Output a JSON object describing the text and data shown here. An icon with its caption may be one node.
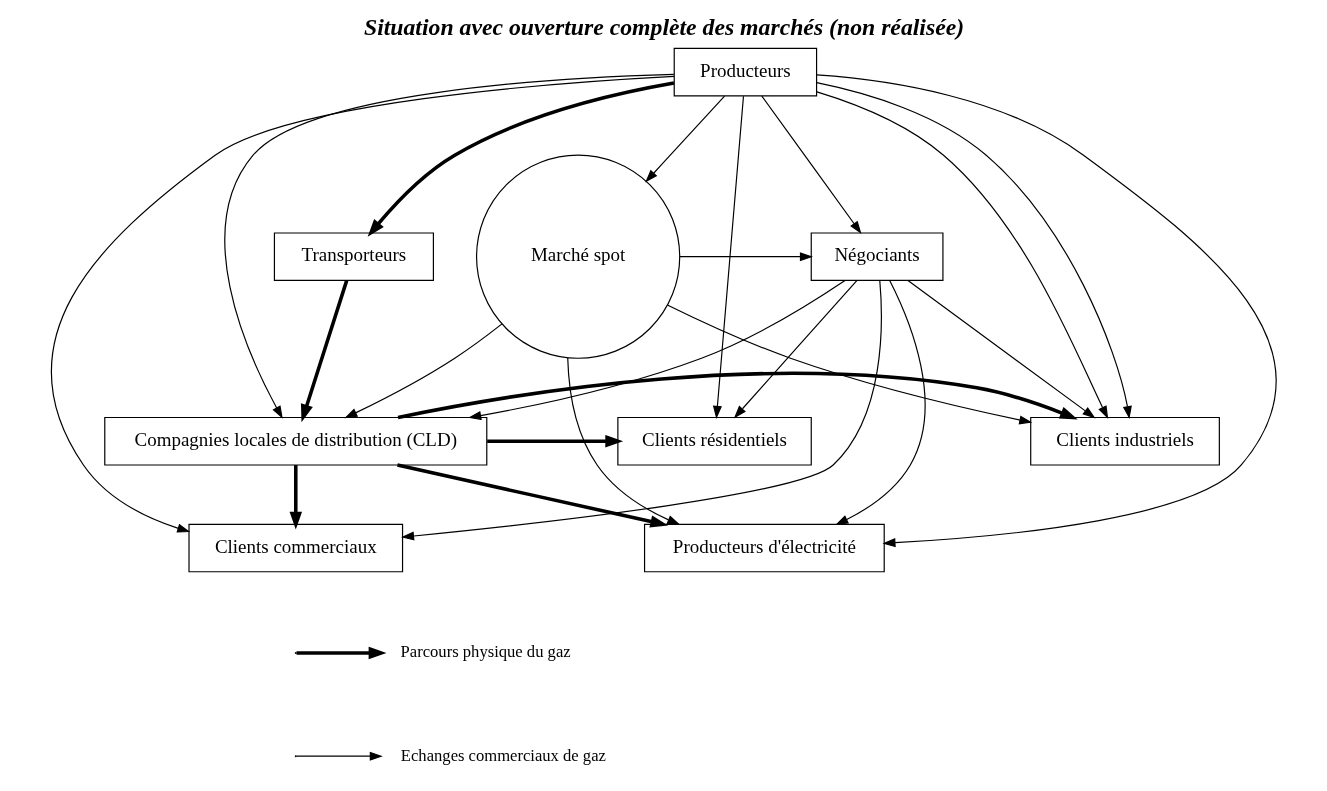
{
  "diagram": {
    "title": "Situation avec ouverture complète des marchés (non réalisée)",
    "nodes": [
      {
        "text": [
          "Producteurs"
        ]
      },
      {
        "text": [
          "Transporteurs"
        ]
      },
      {
        "text": [
          "Négociants"
        ]
      },
      {
        "text": [
          "Marché spot"
        ]
      },
      {
        "text": [
          "Clients résidentiels"
        ]
      },
      {
        "text": [
          "Compagnies locales de distribution (CLD)"
        ]
      },
      {
        "text": [
          "Clients industriels"
        ]
      },
      {
        "text": [
          "Clients commerciaux"
        ]
      },
      {
        "text": [
          "Producteurs d'électricité"
        ]
      }
    ],
    "edges": [
      {
        "from": 0,
        "to": 1,
        "arrow": "to",
        "style": "thick"
      },
      {
        "from": 0,
        "to": 7,
        "arrow": "to"
      },
      {
        "from": 0,
        "to": 4,
        "arrow": "to"
      },
      {
        "from": 0,
        "to": 5,
        "arrow": "to"
      },
      {
        "from": 0,
        "to": 2,
        "arrow": "to"
      },
      {
        "from": 0,
        "to": 6,
        "arrow": "to"
      },
      {
        "from": 0,
        "to": 3,
        "arrow": "to"
      },
      {
        "from": 0,
        "to": 6,
        "arrow": "to"
      },
      {
        "from": 0,
        "to": 8,
        "arrow": "to"
      },
      {
        "from": 1,
        "to": 5,
        "arrow": "to",
        "style": "thick"
      },
      {
        "from": 2,
        "to": 4,
        "arrow": "to"
      },
      {
        "from": 2,
        "to": 7,
        "arrow": "to"
      },
      {
        "from": 2,
        "to": 5,
        "arrow": "to"
      },
      {
        "from": 2,
        "to": 8,
        "arrow": "to"
      },
      {
        "from": 2,
        "to": 6,
        "arrow": "to"
      },
      {
        "from": 3,
        "to": 2,
        "arrow": "to"
      },
      {
        "from": 3,
        "to": 5,
        "arrow": "to"
      },
      {
        "from": 3,
        "to": 6,
        "arrow": "to"
      },
      {
        "from": 3,
        "to": 8,
        "arrow": "to"
      },
      {
        "from": 5,
        "to": 4,
        "arrow": "to",
        "style": "thick"
      },
      {
        "from": 5,
        "to": 6,
        "arrow": "to",
        "style": "thick"
      },
      {
        "from": 5,
        "to": 7,
        "arrow": "to",
        "style": "thick"
      },
      {
        "from": 5,
        "to": 8,
        "arrow": "to",
        "style": "thick"
      }
    ],
    "legend": [
      {
        "text": "Parcours physique du gaz"
      },
      {
        "text": "Echanges commerciaux de gaz"
      }
    ]
  }
}
